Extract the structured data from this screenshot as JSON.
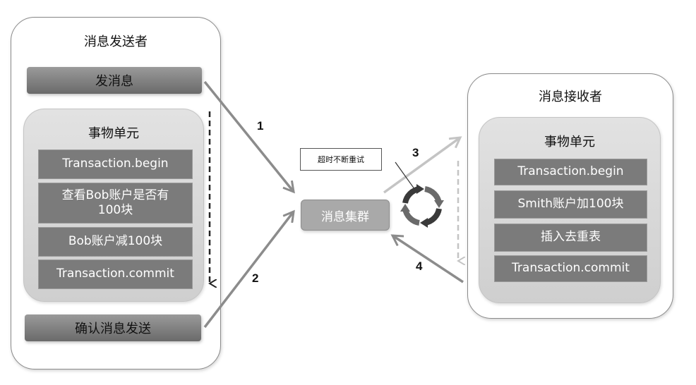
{
  "sender": {
    "title": "消息发送者",
    "send_label": "发消息",
    "unit_title": "事物单元",
    "steps": [
      "Transaction.begin",
      "查看Bob账户是否有100块",
      "Bob账户减100块",
      "Transaction.commit"
    ],
    "confirm_label": "确认消息发送"
  },
  "cluster": {
    "label": "消息集群",
    "retry_note": "超时不断重试"
  },
  "receiver": {
    "title": "消息接收者",
    "unit_title": "事物单元",
    "steps": [
      "Transaction.begin",
      "Smith账户加100块",
      "插入去重表",
      "Transaction.commit"
    ]
  },
  "arrows": [
    {
      "label": "1",
      "from": "发消息",
      "to": "消息集群"
    },
    {
      "label": "2",
      "from": "确认消息发送",
      "to": "消息集群"
    },
    {
      "label": "3",
      "from": "消息集群",
      "to": "消息接收者"
    },
    {
      "label": "4",
      "from": "消息接收者",
      "to": "消息集群"
    }
  ],
  "colors": {
    "step_box": "#7b7b7b",
    "arrow": "#8c8c8c",
    "arrow_light": "#c4c4c4"
  },
  "icons": [
    "refresh-cycle-icon"
  ]
}
